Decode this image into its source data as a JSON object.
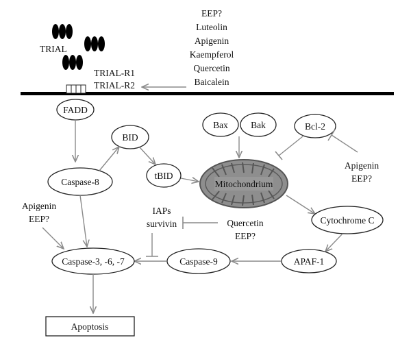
{
  "ligand": {
    "label": "TRIAL"
  },
  "receptor_labels": [
    "TRIAL-R1",
    "TRIAL-R2"
  ],
  "compounds_top": [
    "EEP?",
    "Luteolin",
    "Apigenin",
    "Kaempferol",
    "Quercetin",
    "Baicalein"
  ],
  "nodes": {
    "fadd": "FADD",
    "bid": "BID",
    "tbid": "tBID",
    "caspase8": "Caspase-8",
    "bax": "Bax",
    "bak": "Bak",
    "bcl2": "Bcl-2",
    "mitochondrium": "Mitochondrium",
    "cytochrome_c": "Cytochrome C",
    "apaf1": "APAF-1",
    "caspase9": "Caspase-9",
    "caspase367": "Caspase-3, -6, -7",
    "apoptosis": "Apoptosis"
  },
  "modulators": {
    "bcl2_inhibitors": [
      "Apigenin",
      "EEP?"
    ],
    "caspase_activators": [
      "Apigenin",
      "EEP?"
    ],
    "iaps": [
      "IAPs",
      "survivin"
    ],
    "iap_inhibitors": [
      "Quercetin",
      "EEP?"
    ]
  },
  "colors": {
    "arrow": "#8a8a8a",
    "membrane": "#000000",
    "mitochondrion_fill": "#8e8e8e",
    "mitochondrion_stroke": "#555555"
  }
}
